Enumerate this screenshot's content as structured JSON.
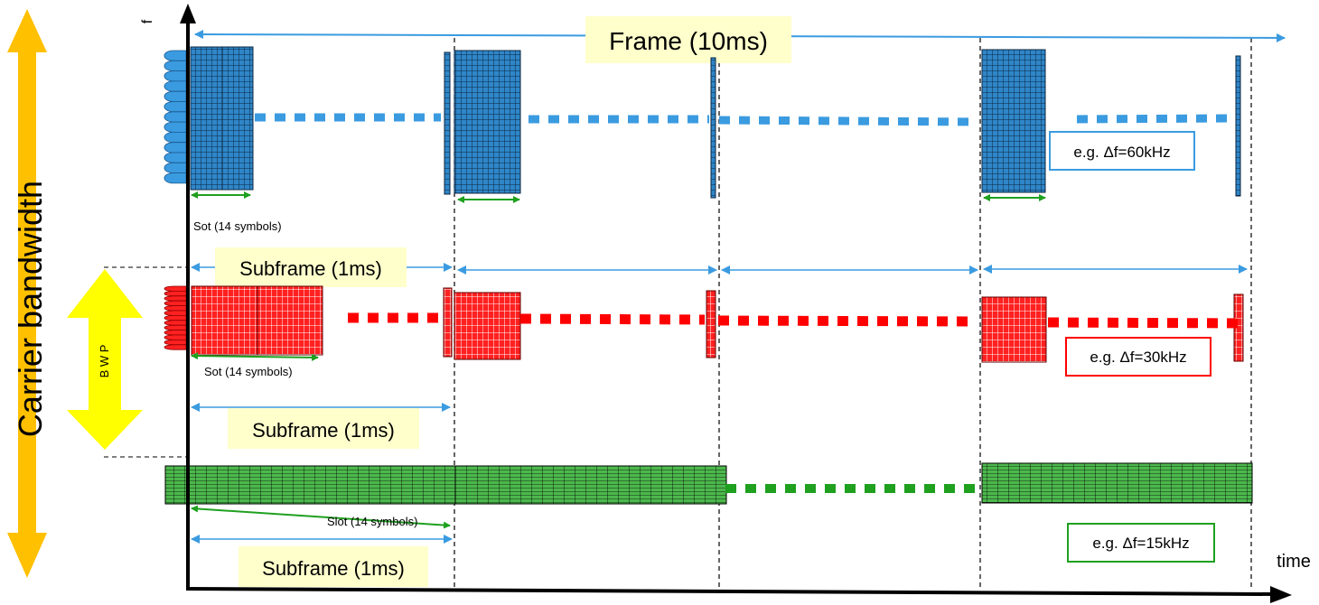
{
  "diagram": {
    "frame_label": "Frame (10ms)",
    "f_axis_label": "f",
    "time_axis_label": "time",
    "carrier_label": "Carrier bandwidth",
    "bwp_label": "B W P",
    "subframe_label": "Subframe (1ms)",
    "slot_label_60": "Sot  (14 symbols)",
    "slot_label_30": "Sot  (14 symbols)",
    "slot_label_15": "Slot  (14 symbols)",
    "scs_60": "e.g. Δf=60kHz",
    "scs_30": "e.g. Δf=30kHz",
    "scs_15": "e.g. Δf=15kHz"
  },
  "colors": {
    "blue": "#3b9be0",
    "red": "#ff0000",
    "green": "#1fa01f",
    "yellow": "#ffff00",
    "orange": "#ffc000",
    "label_bg": "#ffffcc",
    "axis": "#000000"
  }
}
